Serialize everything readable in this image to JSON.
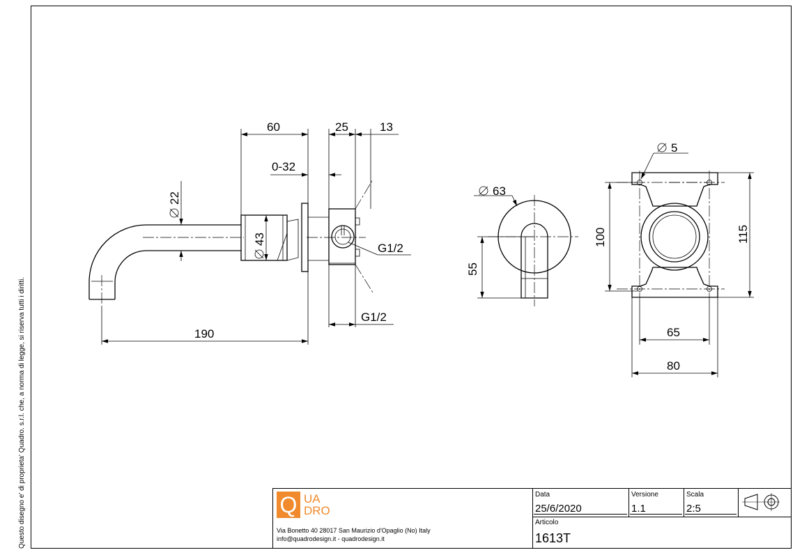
{
  "side_note": "Questo disegno e' di proprieta' Quadro. s.r.l. che, a norma di legge, si riserva tutti i diritti.",
  "dimensions": {
    "d60": "60",
    "d25": "25",
    "d13": "13",
    "d0_32": "0-32",
    "d22": "22",
    "d43": "43",
    "g12_right": "G1/2",
    "g12_bottom": "G1/2",
    "d190": "190",
    "d63": "63",
    "d55": "55",
    "d5": "5",
    "d100": "100",
    "d115": "115",
    "d65": "65",
    "d80": "80"
  },
  "title_block": {
    "logo_letter": "Q",
    "logo_line1": "UA",
    "logo_line2": "DRO",
    "brand_color": "#f08a2c",
    "address_line1": "Via Bonetto 40  28017 San Maurizio d'Opaglio (No) Italy",
    "address_line2": "info@quadrodesign.it  -  quadrodesign.it",
    "date_label": "Data",
    "date_value": "25/6/2020",
    "version_label": "Versione",
    "version_value": "1.1",
    "scale_label": "Scala",
    "scale_value": "2:5",
    "article_label": "Articolo",
    "article_value": "1613T",
    "projection_icon": "third-angle-projection-icon"
  }
}
